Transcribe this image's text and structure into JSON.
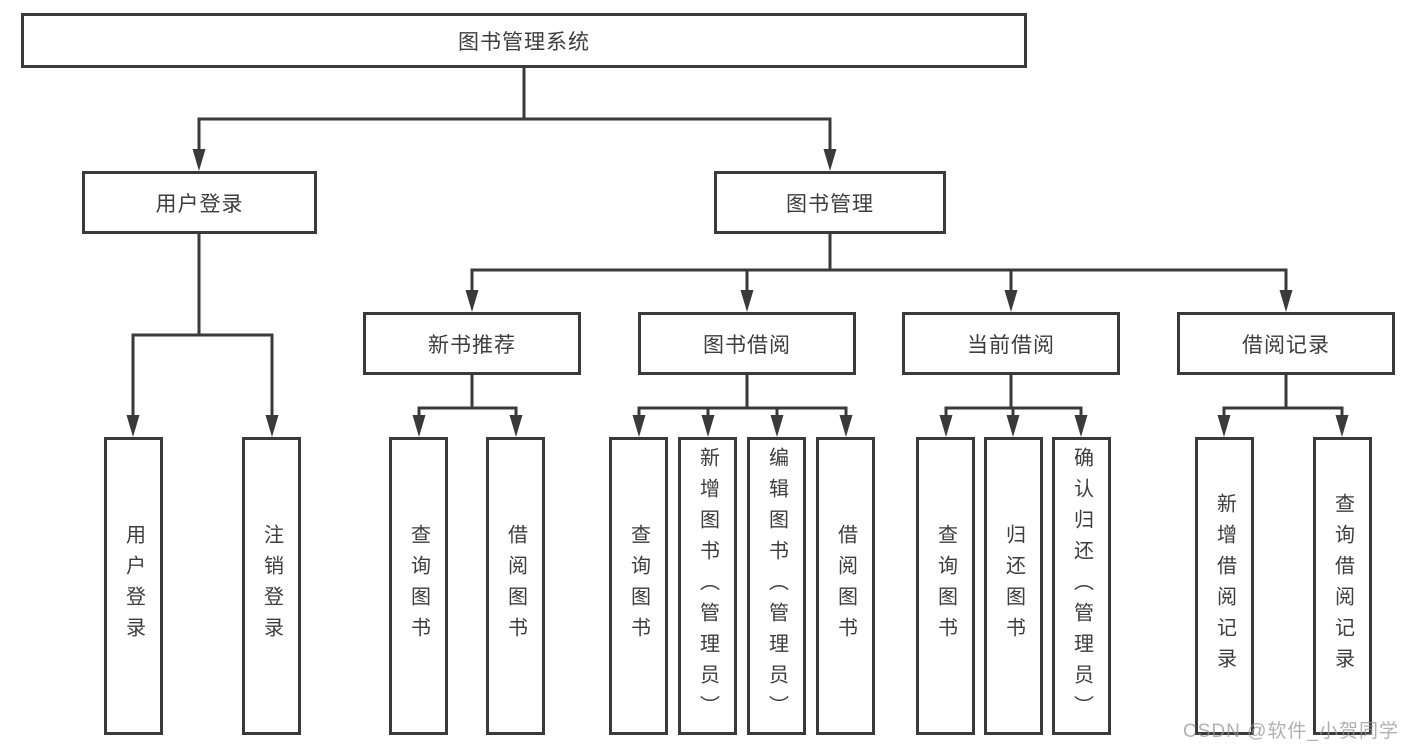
{
  "diagram": {
    "root": {
      "label": "图书管理系统"
    },
    "level2": [
      {
        "id": "user-login",
        "label": "用户登录"
      },
      {
        "id": "book-management",
        "label": "图书管理"
      }
    ],
    "level3": [
      {
        "id": "new-book-recommend",
        "label": "新书推荐",
        "parent": "图书管理"
      },
      {
        "id": "book-borrowing",
        "label": "图书借阅",
        "parent": "图书管理"
      },
      {
        "id": "current-borrowing",
        "label": "当前借阅",
        "parent": "图书管理"
      },
      {
        "id": "borrowing-records",
        "label": "借阅记录",
        "parent": "图书管理"
      }
    ],
    "leaves": [
      {
        "label": "用户登录",
        "parent": "用户登录"
      },
      {
        "label": "注销登录",
        "parent": "用户登录"
      },
      {
        "label": "查询图书",
        "parent": "新书推荐"
      },
      {
        "label": "借阅图书",
        "parent": "新书推荐"
      },
      {
        "label": "查询图书",
        "parent": "图书借阅"
      },
      {
        "label": "新增图书（管理员）",
        "parent": "图书借阅"
      },
      {
        "label": "编辑图书（管理员）",
        "parent": "图书借阅"
      },
      {
        "label": "借阅图书",
        "parent": "图书借阅"
      },
      {
        "label": "查询图书",
        "parent": "当前借阅"
      },
      {
        "label": "归还图书",
        "parent": "当前借阅"
      },
      {
        "label": "确认归还（管理员）",
        "parent": "当前借阅"
      },
      {
        "label": "新增借阅记录",
        "parent": "借阅记录"
      },
      {
        "label": "查询借阅记录",
        "parent": "借阅记录"
      }
    ],
    "watermark": "CSDN @软件_小贺同学",
    "colors": {
      "line": "#3a3a3a",
      "text": "#3d3d3d",
      "box_background": "#ffffff",
      "watermark": "#969696"
    }
  }
}
